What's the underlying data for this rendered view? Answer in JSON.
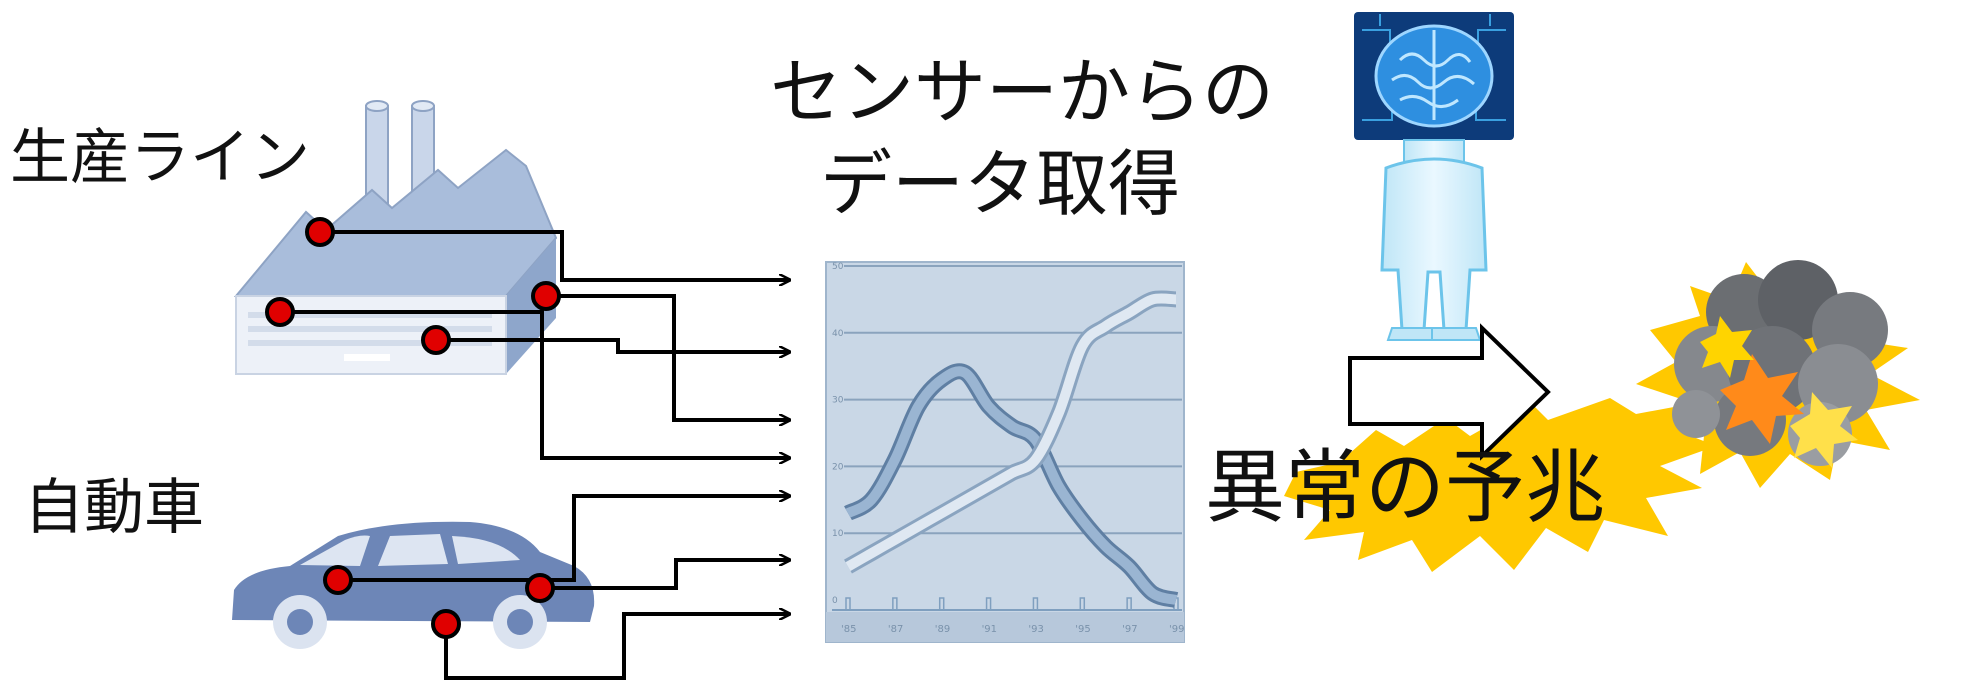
{
  "labels": {
    "factory": "生産ライン",
    "car": "自動車",
    "title_line1": "センサーからの",
    "title_line2": "データ取得",
    "anomaly": "異常の予兆"
  },
  "chart_data": {
    "type": "line",
    "x": [
      1985,
      1986,
      1987,
      1988,
      1989,
      1990,
      1991,
      1992,
      1993,
      1994,
      1995,
      1996,
      1997,
      1998,
      1999
    ],
    "x_tick_labels": [
      "'85",
      "'87",
      "'89",
      "'91",
      "'93",
      "'95",
      "'97",
      "'99"
    ],
    "y_tick_labels": [
      "0",
      "10",
      "20",
      "30",
      "40",
      "50"
    ],
    "ylim": [
      0,
      50
    ],
    "series": [
      {
        "values": [
          13,
          15,
          21,
          29,
          33,
          34,
          29,
          26,
          24,
          17,
          12,
          8,
          5,
          1,
          0
        ]
      },
      {
        "values": [
          5,
          7,
          9,
          11,
          13,
          15,
          17,
          19,
          21,
          28,
          38,
          41,
          43,
          45,
          45
        ]
      }
    ],
    "grid": true
  },
  "colors": {
    "sensor_dot": "#e00000",
    "chart_bg": "#c9d7e6",
    "chart_line": "#7f9fbf",
    "factory": "#a9bddb",
    "car": "#6d86b7",
    "burst": "#ffc800",
    "smoke": "#6b6e72"
  },
  "icons": [
    "factory-icon",
    "car-icon",
    "brain-person-icon",
    "explosion-icon",
    "right-arrow-icon",
    "burst-icon"
  ]
}
